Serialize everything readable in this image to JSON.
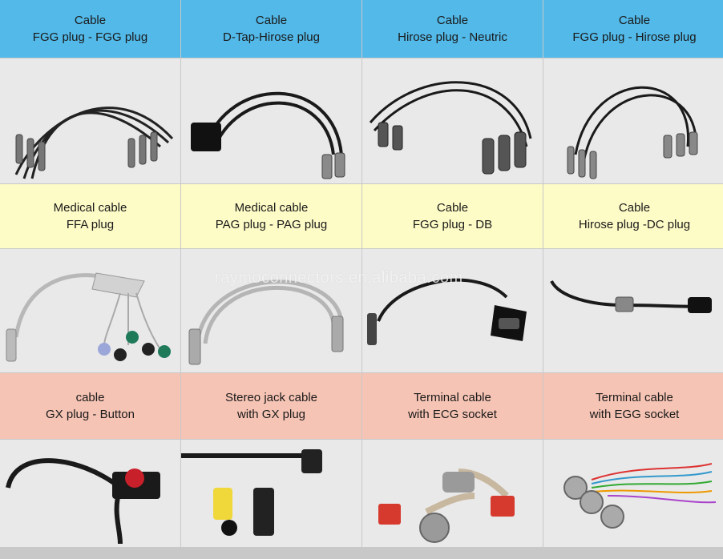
{
  "rows": [
    {
      "theme": "blue",
      "labels": [
        {
          "line1": "Cable",
          "line2": "FGG plug - FGG plug"
        },
        {
          "line1": "Cable",
          "line2": "D-Tap-Hirose plug"
        },
        {
          "line1": "Cable",
          "line2": "Hirose plug - Neutric"
        },
        {
          "line1": "Cable",
          "line2": "FGG plug - Hirose plug"
        }
      ]
    },
    {
      "theme": "yellow",
      "labels": [
        {
          "line1": "Medical cable",
          "line2": "FFA plug"
        },
        {
          "line1": "Medical cable",
          "line2": "PAG plug - PAG plug"
        },
        {
          "line1": "Cable",
          "line2": "FGG plug - DB"
        },
        {
          "line1": "Cable",
          "line2": "Hirose plug -DC plug"
        }
      ]
    },
    {
      "theme": "pink",
      "labels": [
        {
          "line1": "cable",
          "line2": "GX plug - Button"
        },
        {
          "line1": "Stereo jack cable",
          "line2": "with GX plug"
        },
        {
          "line1": "Terminal cable",
          "line2": "with ECG socket"
        },
        {
          "line1": "Terminal cable",
          "line2": "with EGG socket"
        }
      ]
    }
  ],
  "watermark": "raymoconnectors.en.alibaba.com",
  "colors": {
    "blue": "#52b9e9",
    "yellow": "#fdfbc6",
    "pink": "#f6c4b4"
  }
}
